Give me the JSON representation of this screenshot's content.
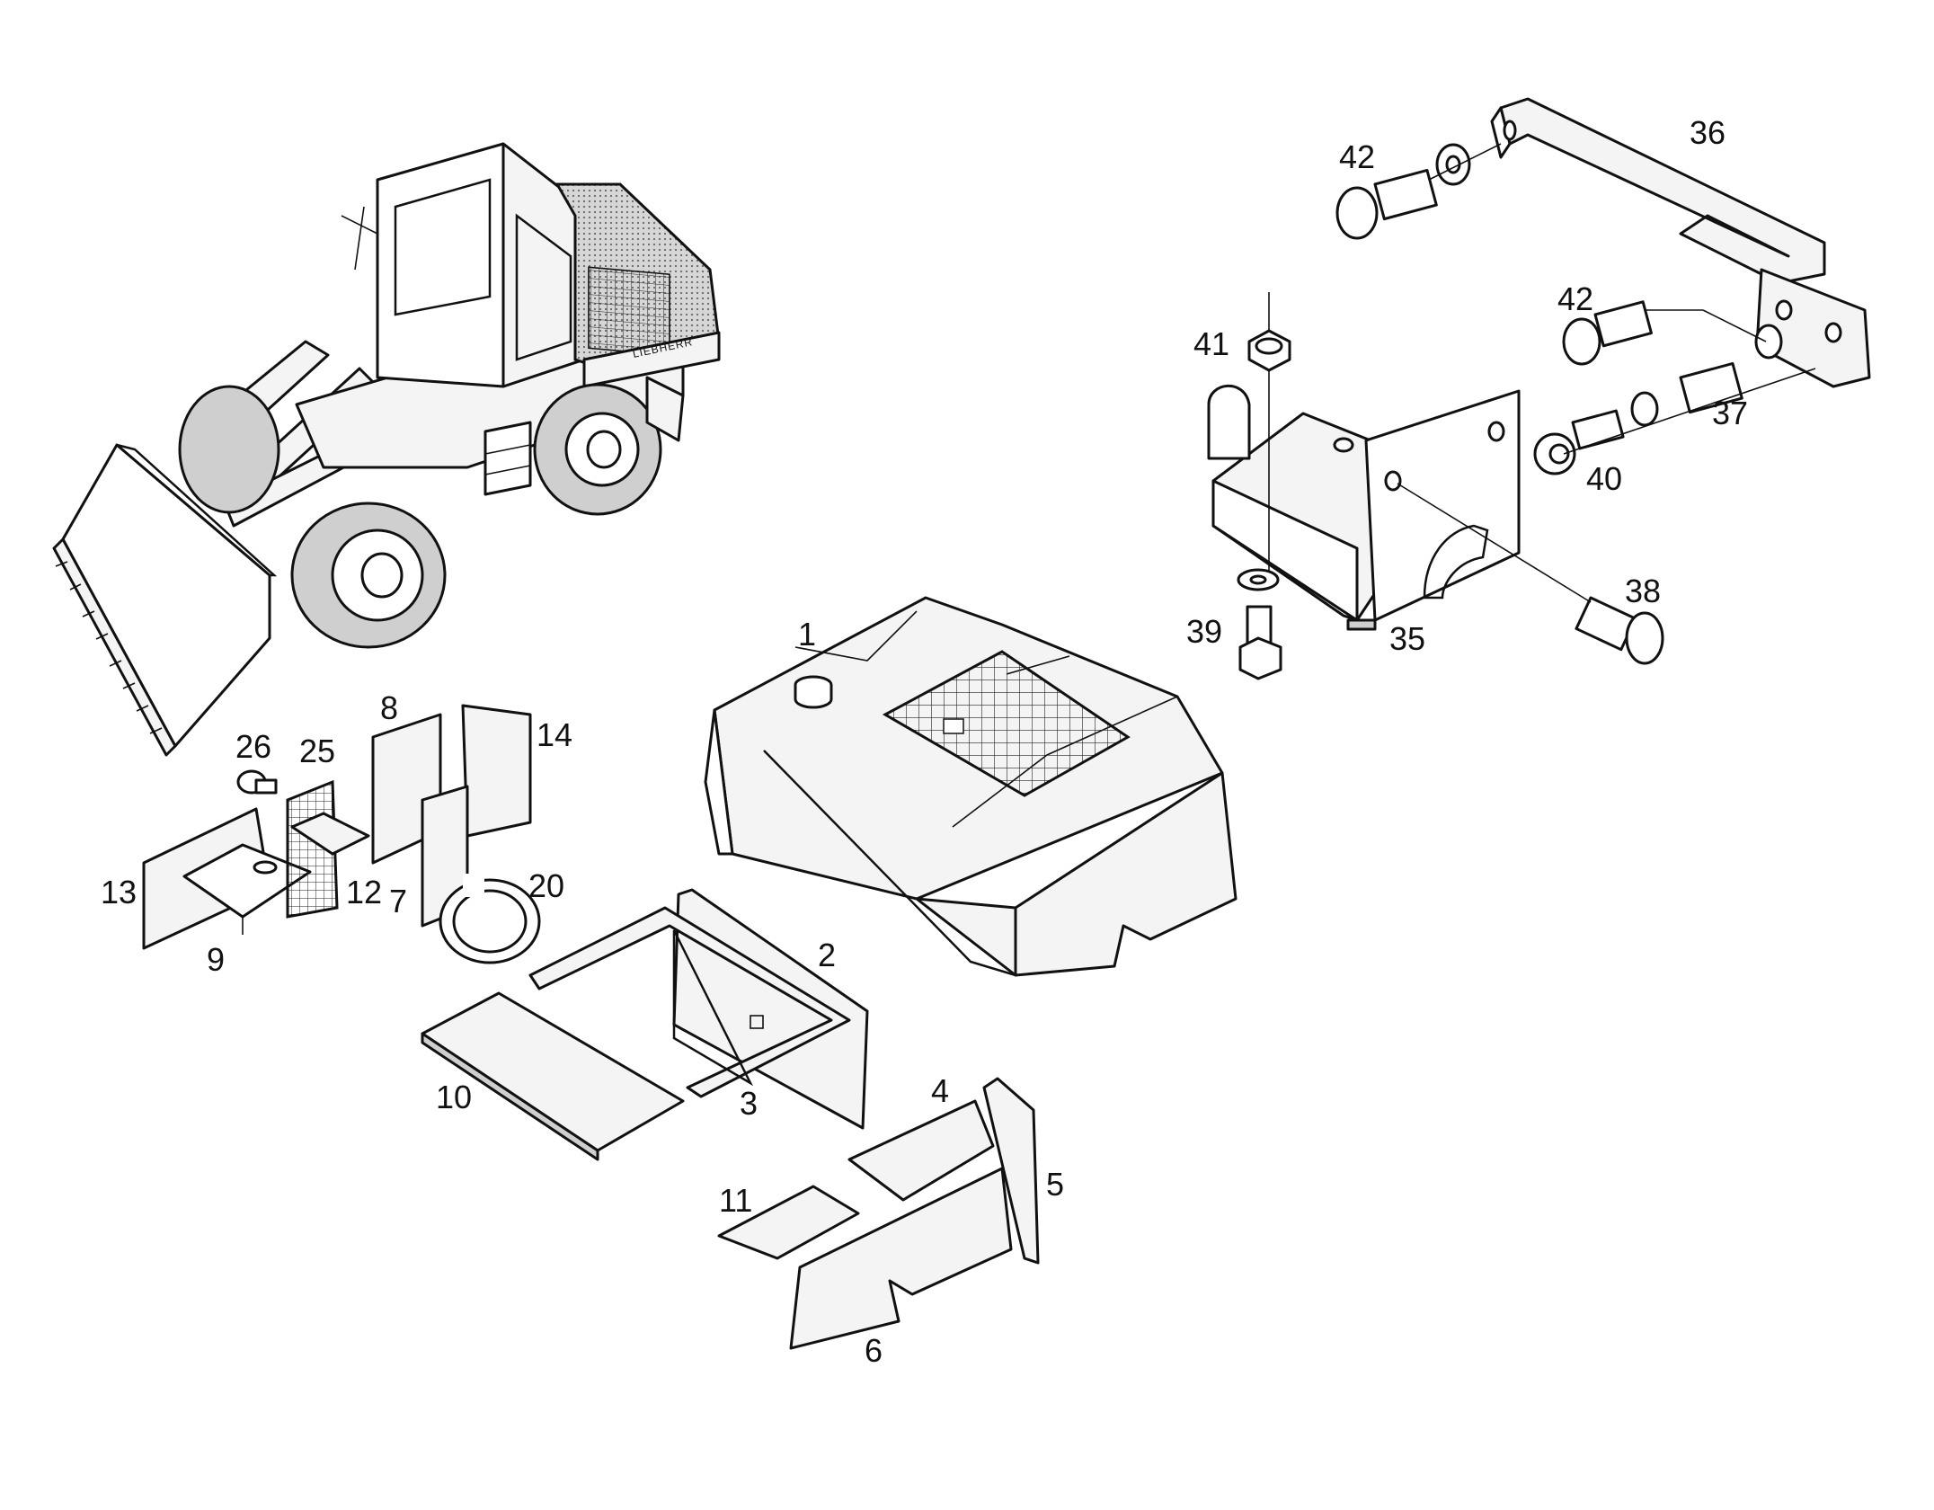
{
  "callouts": {
    "c1": "1",
    "c2": "2",
    "c3": "3",
    "c4": "4",
    "c5": "5",
    "c6": "6",
    "c7": "7",
    "c8": "8",
    "c9": "9",
    "c10": "10",
    "c11": "11",
    "c12": "12",
    "c13": "13",
    "c14": "14",
    "c20": "20",
    "c25": "25",
    "c26": "26",
    "c35": "35",
    "c36": "36",
    "c37": "37",
    "c38": "38",
    "c39": "39",
    "c40": "40",
    "c41": "41",
    "c42a": "42",
    "c42b": "42"
  },
  "machine": {
    "brand": "LIEBHERR"
  }
}
